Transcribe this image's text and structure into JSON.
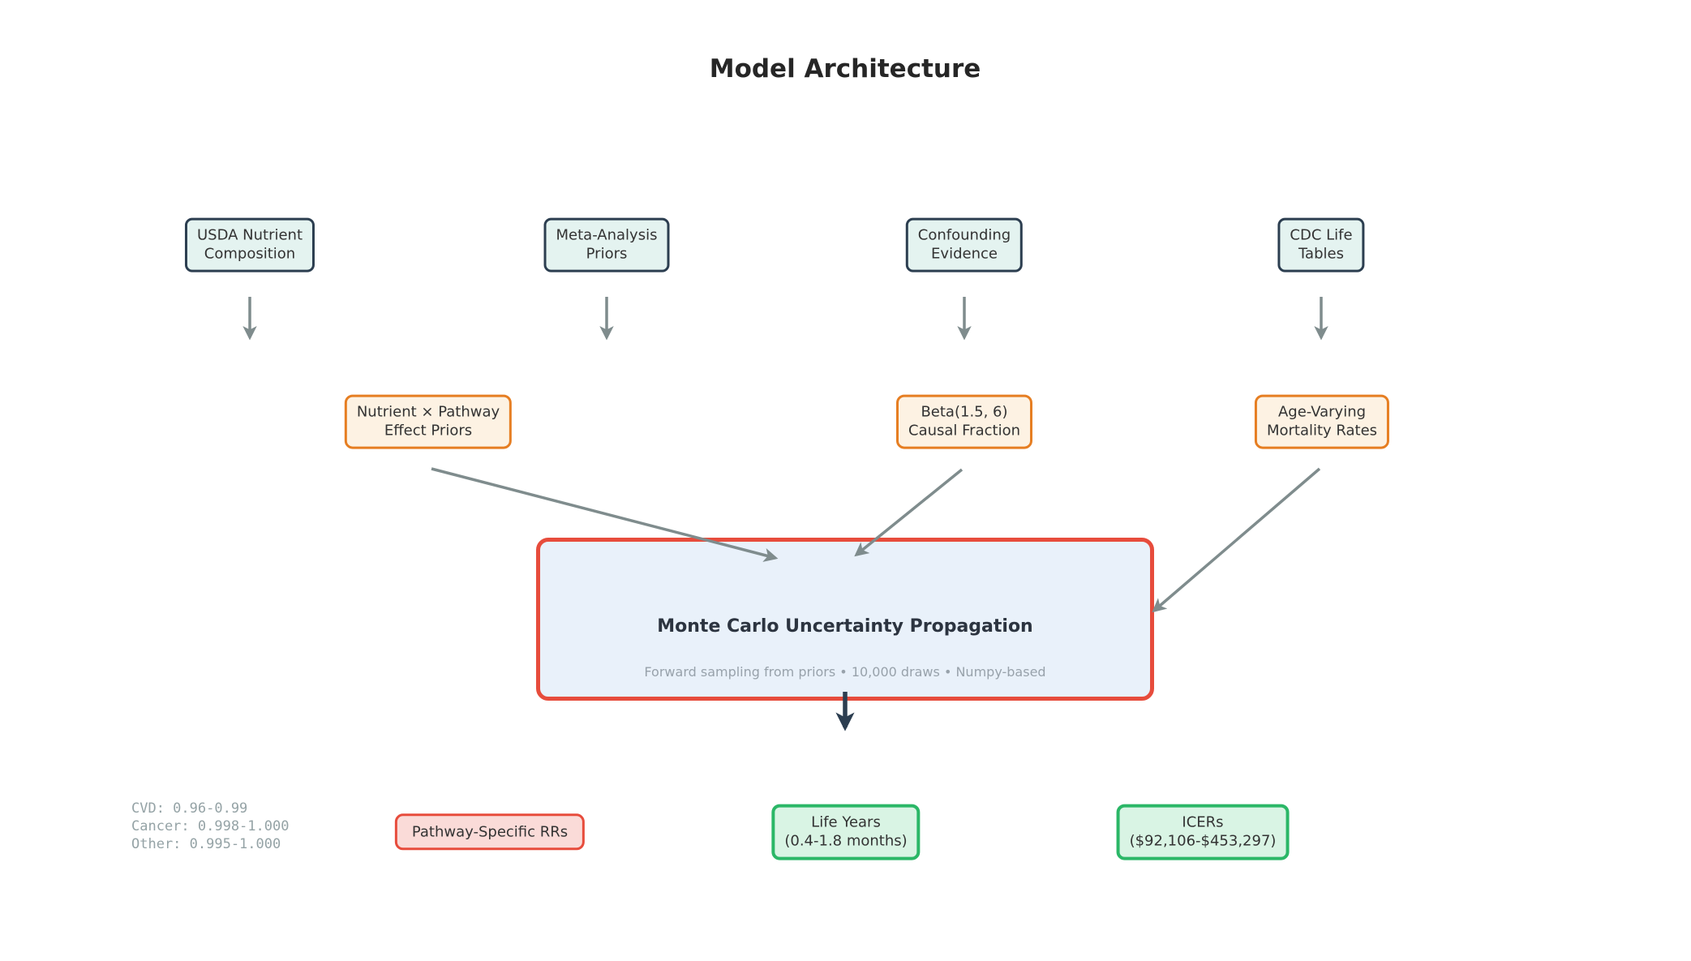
{
  "title": "Model Architecture",
  "sources": [
    {
      "label": "USDA Nutrient\nComposition"
    },
    {
      "label": "Meta-Analysis\nPriors"
    },
    {
      "label": "Confounding\nEvidence"
    },
    {
      "label": "CDC Life\nTables"
    }
  ],
  "priors": [
    {
      "label": "Nutrient × Pathway\nEffect Priors"
    },
    {
      "label": "Beta(1.5, 6)\nCausal Fraction"
    },
    {
      "label": "Age-Varying\nMortality Rates"
    }
  ],
  "engine": {
    "title": "Monte Carlo Uncertainty Propagation",
    "subtitle": "Forward sampling from priors • 10,000 draws • Numpy-based"
  },
  "outputs": {
    "rr_annotation": "CVD: 0.96-0.99\nCancer: 0.998-1.000\nOther: 0.995-1.000",
    "boxes": [
      {
        "label": "Pathway-Specific RRs"
      },
      {
        "label": "Life Years\n(0.4-1.8 months)"
      },
      {
        "label": "ICERs\n($92,106-$453,297)"
      }
    ]
  },
  "colors": {
    "source_border": "#2c3e50",
    "source_bg": "#e4f3f0",
    "prior_border": "#e67e22",
    "prior_bg": "#fdf2e3",
    "engine_border": "#e74c3c",
    "engine_bg": "#e9f1fa",
    "rr_border": "#e74c3c",
    "rr_bg": "#fadbd8",
    "output_border": "#2bb767",
    "output_bg": "#d9f4e4",
    "arrow_gray": "#7f8c8d",
    "arrow_navy": "#2c3e50"
  }
}
